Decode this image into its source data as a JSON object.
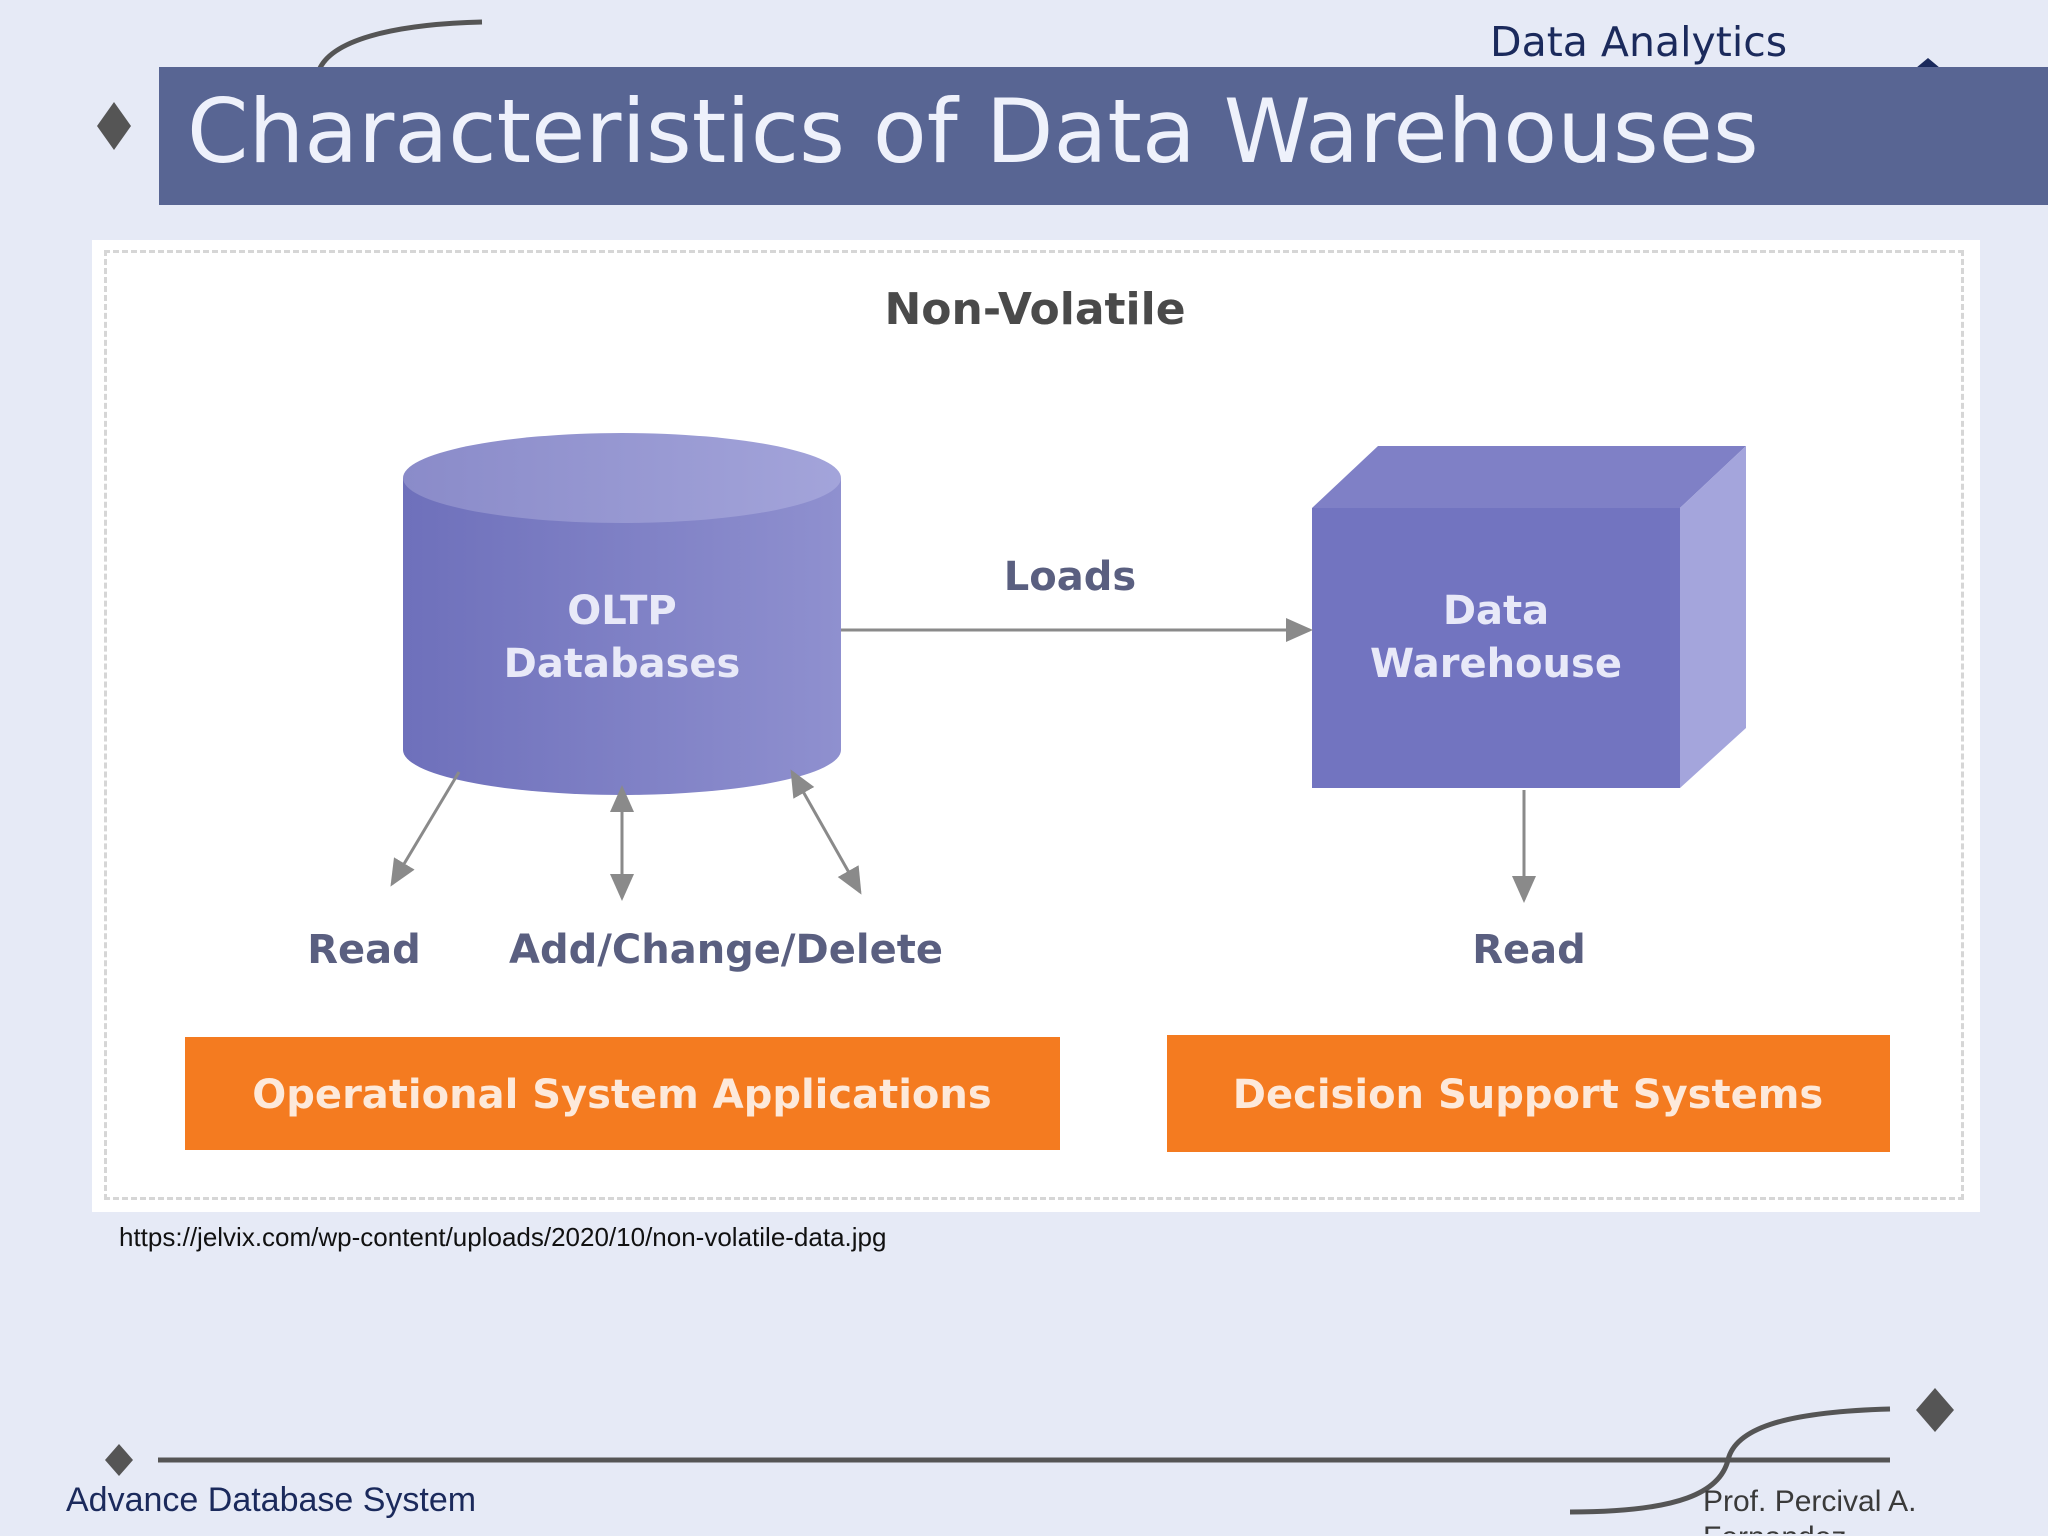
{
  "header": {
    "topic": "Data Analytics",
    "title": "Characteristics of Data Warehouses"
  },
  "diagram": {
    "heading": "Non-Volatile",
    "source": {
      "line1": "OLTP",
      "line2": "Databases"
    },
    "target": {
      "line1": "Data",
      "line2": "Warehouse"
    },
    "arrow_label": "Loads",
    "source_ops": {
      "read": "Read",
      "modify": "Add/Change/Delete"
    },
    "target_ops": {
      "read": "Read"
    },
    "boxes": {
      "left": "Operational System Applications",
      "right": "Decision Support Systems"
    },
    "colors": {
      "shape": "#7476bf",
      "shape_light": "#9a9bd6",
      "box": "#f47b20",
      "text": "#5a5f80"
    }
  },
  "caption": "https://jelvix.com/wp-content/uploads/2020/10/non-volatile-data.jpg",
  "footer": {
    "course": "Advance Database System",
    "author": "Prof. Percival A. Fernandez"
  },
  "icons": [
    "diamond-bullet-icon",
    "swoosh-curve-icon"
  ]
}
